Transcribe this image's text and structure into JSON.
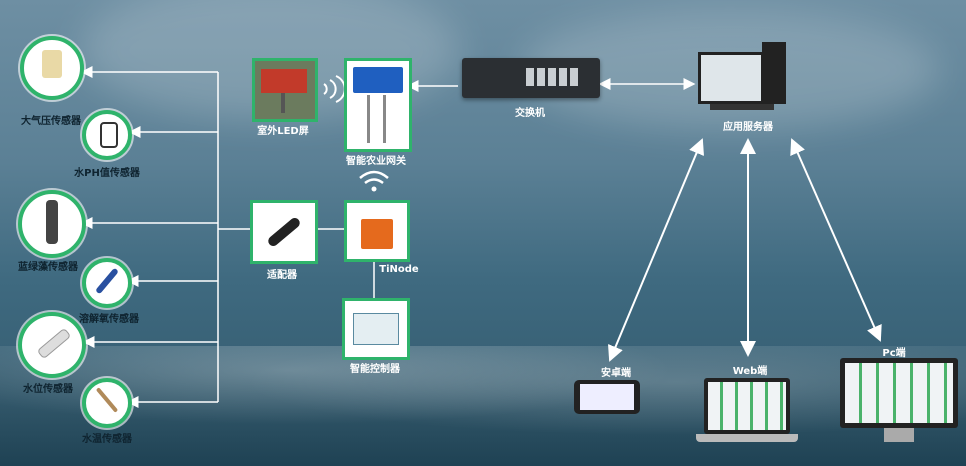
{
  "sensors": [
    {
      "label": "大气压传感器"
    },
    {
      "label": "水PH值传感器"
    },
    {
      "label": "蓝绿藻传感器"
    },
    {
      "label": "溶解氧传感器"
    },
    {
      "label": "水位传感器"
    },
    {
      "label": "水温传感器"
    }
  ],
  "devices": {
    "led_screen": "室外LED屏",
    "gateway": "智能农业网关",
    "adapter": "适配器",
    "tinode": "TiNode",
    "controller": "智能控制器",
    "switch": "交换机",
    "server": "应用服务器",
    "android": "安卓端",
    "web": "Web端",
    "pc": "Pc端"
  },
  "colors": {
    "accent_green": "#2fb36b",
    "line_white": "#ffffff"
  }
}
